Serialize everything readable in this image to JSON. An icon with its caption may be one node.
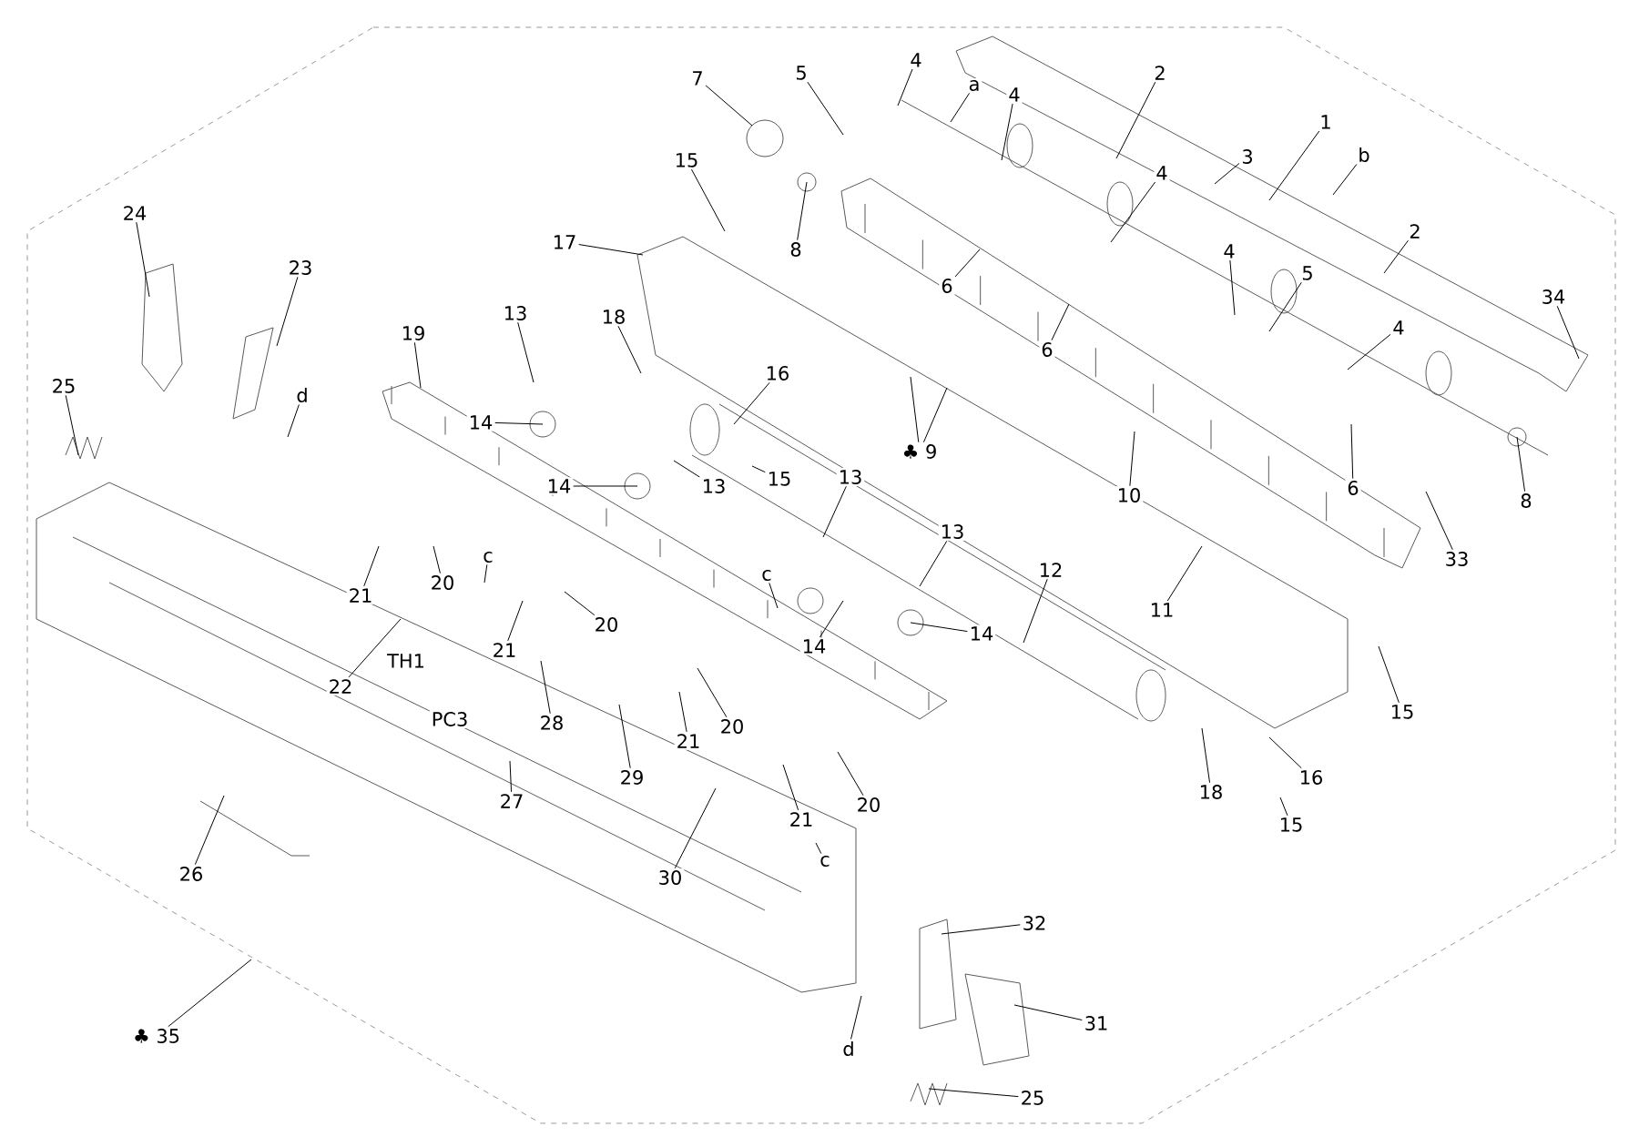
{
  "diagram": {
    "nodes": [
      {
        "text": [
          "7"
        ]
      },
      {
        "text": [
          "5"
        ]
      },
      {
        "text": [
          "4"
        ]
      },
      {
        "text": [
          "a"
        ]
      },
      {
        "text": [
          "4"
        ]
      },
      {
        "text": [
          "2"
        ]
      },
      {
        "text": [
          "1"
        ]
      },
      {
        "text": [
          "3"
        ]
      },
      {
        "text": [
          "b"
        ]
      },
      {
        "text": [
          "15"
        ]
      },
      {
        "text": [
          "4"
        ]
      },
      {
        "text": [
          "24"
        ]
      },
      {
        "text": [
          "2"
        ]
      },
      {
        "text": [
          "17"
        ]
      },
      {
        "text": [
          "8"
        ]
      },
      {
        "text": [
          "4"
        ]
      },
      {
        "text": [
          "23"
        ]
      },
      {
        "text": [
          "5"
        ]
      },
      {
        "text": [
          "6"
        ]
      },
      {
        "text": [
          "34"
        ]
      },
      {
        "text": [
          "13"
        ]
      },
      {
        "text": [
          "18"
        ]
      },
      {
        "text": [
          "4"
        ]
      },
      {
        "text": [
          "19"
        ]
      },
      {
        "text": [
          "6"
        ]
      },
      {
        "text": [
          "16"
        ]
      },
      {
        "text": [
          "25"
        ]
      },
      {
        "text": [
          "d"
        ]
      },
      {
        "text": [
          "14"
        ]
      },
      {
        "text": [
          "♣ 9"
        ]
      },
      {
        "text": [
          "13"
        ]
      },
      {
        "text": [
          "14"
        ]
      },
      {
        "text": [
          "15"
        ]
      },
      {
        "text": [
          "13"
        ]
      },
      {
        "text": [
          "6"
        ]
      },
      {
        "text": [
          "10"
        ]
      },
      {
        "text": [
          "8"
        ]
      },
      {
        "text": [
          "13"
        ]
      },
      {
        "text": [
          "c"
        ]
      },
      {
        "text": [
          "33"
        ]
      },
      {
        "text": [
          "c"
        ]
      },
      {
        "text": [
          "12"
        ]
      },
      {
        "text": [
          "20"
        ]
      },
      {
        "text": [
          "21"
        ]
      },
      {
        "text": [
          "11"
        ]
      },
      {
        "text": [
          "20"
        ]
      },
      {
        "text": [
          "14"
        ]
      },
      {
        "text": [
          "14"
        ]
      },
      {
        "text": [
          "21"
        ]
      },
      {
        "text": [
          "22"
        ]
      },
      {
        "text": [
          "15"
        ]
      },
      {
        "text": [
          "28"
        ]
      },
      {
        "text": [
          "20"
        ]
      },
      {
        "text": [
          "21"
        ]
      },
      {
        "text": [
          "16"
        ]
      },
      {
        "text": [
          "29"
        ]
      },
      {
        "text": [
          "18"
        ]
      },
      {
        "text": [
          "27"
        ]
      },
      {
        "text": [
          "20"
        ]
      },
      {
        "text": [
          "21"
        ]
      },
      {
        "text": [
          "15"
        ]
      },
      {
        "text": [
          "c"
        ]
      },
      {
        "text": [
          "26"
        ]
      },
      {
        "text": [
          "30"
        ]
      },
      {
        "text": [
          "32"
        ]
      },
      {
        "text": [
          "31"
        ]
      },
      {
        "text": [
          "♣ 35"
        ]
      },
      {
        "text": [
          "d"
        ]
      },
      {
        "text": [
          "25"
        ]
      }
    ],
    "edges": [
      {
        "from": 0,
        "to": null,
        "arrow": "none"
      },
      {
        "from": 1,
        "to": null,
        "arrow": "none"
      },
      {
        "from": 2,
        "to": null,
        "arrow": "none"
      },
      {
        "from": 3,
        "to": null,
        "arrow": "none"
      },
      {
        "from": 4,
        "to": null,
        "arrow": "none"
      },
      {
        "from": 5,
        "to": null,
        "arrow": "none"
      },
      {
        "from": 6,
        "to": null,
        "arrow": "none"
      },
      {
        "from": 7,
        "to": null,
        "arrow": "none"
      },
      {
        "from": 8,
        "to": null,
        "arrow": "none"
      },
      {
        "from": 9,
        "to": null,
        "arrow": "none"
      },
      {
        "from": 10,
        "to": null,
        "arrow": "none"
      },
      {
        "from": 11,
        "to": null,
        "arrow": "none"
      },
      {
        "from": 12,
        "to": null,
        "arrow": "none"
      },
      {
        "from": 13,
        "to": null,
        "arrow": "none"
      },
      {
        "from": 14,
        "to": null,
        "arrow": "none"
      },
      {
        "from": 15,
        "to": null,
        "arrow": "none"
      },
      {
        "from": 16,
        "to": null,
        "arrow": "none"
      },
      {
        "from": 17,
        "to": null,
        "arrow": "none"
      },
      {
        "from": 18,
        "to": null,
        "arrow": "none"
      },
      {
        "from": 19,
        "to": null,
        "arrow": "none"
      },
      {
        "from": 20,
        "to": null,
        "arrow": "none"
      },
      {
        "from": 21,
        "to": null,
        "arrow": "none"
      },
      {
        "from": 22,
        "to": null,
        "arrow": "none"
      },
      {
        "from": 23,
        "to": null,
        "arrow": "none"
      },
      {
        "from": 24,
        "to": null,
        "arrow": "none"
      },
      {
        "from": 25,
        "to": null,
        "arrow": "none"
      },
      {
        "from": 26,
        "to": null,
        "arrow": "none"
      },
      {
        "from": 27,
        "to": null,
        "arrow": "none"
      },
      {
        "from": 28,
        "to": null,
        "arrow": "none"
      },
      {
        "from": 29,
        "to": null,
        "arrow": "none"
      },
      {
        "from": 29,
        "to": null,
        "arrow": "none"
      },
      {
        "from": 30,
        "to": null,
        "arrow": "none"
      },
      {
        "from": 31,
        "to": null,
        "arrow": "none"
      },
      {
        "from": 32,
        "to": null,
        "arrow": "none"
      },
      {
        "from": 33,
        "to": null,
        "arrow": "none"
      },
      {
        "from": 34,
        "to": null,
        "arrow": "none"
      },
      {
        "from": 35,
        "to": null,
        "arrow": "none"
      },
      {
        "from": 36,
        "to": null,
        "arrow": "none"
      },
      {
        "from": 37,
        "to": null,
        "arrow": "none"
      },
      {
        "from": 38,
        "to": null,
        "arrow": "none"
      },
      {
        "from": 39,
        "to": null,
        "arrow": "none"
      },
      {
        "from": 40,
        "to": null,
        "arrow": "none"
      },
      {
        "from": 41,
        "to": null,
        "arrow": "none"
      },
      {
        "from": 42,
        "to": null,
        "arrow": "none"
      },
      {
        "from": 43,
        "to": null,
        "arrow": "none"
      },
      {
        "from": 44,
        "to": null,
        "arrow": "none"
      },
      {
        "from": 45,
        "to": null,
        "arrow": "none"
      },
      {
        "from": 46,
        "to": null,
        "arrow": "none"
      },
      {
        "from": 47,
        "to": null,
        "arrow": "none"
      },
      {
        "from": 48,
        "to": null,
        "arrow": "none"
      },
      {
        "from": 49,
        "to": null,
        "arrow": "none"
      },
      {
        "from": 50,
        "to": null,
        "arrow": "none"
      },
      {
        "from": 51,
        "to": null,
        "arrow": "none"
      },
      {
        "from": 52,
        "to": null,
        "arrow": "none"
      },
      {
        "from": 53,
        "to": null,
        "arrow": "none"
      },
      {
        "from": 54,
        "to": null,
        "arrow": "none"
      },
      {
        "from": 55,
        "to": null,
        "arrow": "none"
      },
      {
        "from": 56,
        "to": null,
        "arrow": "none"
      },
      {
        "from": 57,
        "to": null,
        "arrow": "none"
      },
      {
        "from": 58,
        "to": null,
        "arrow": "none"
      },
      {
        "from": 59,
        "to": null,
        "arrow": "none"
      },
      {
        "from": 60,
        "to": null,
        "arrow": "none"
      },
      {
        "from": 61,
        "to": null,
        "arrow": "none"
      },
      {
        "from": 62,
        "to": null,
        "arrow": "none"
      },
      {
        "from": 63,
        "to": null,
        "arrow": "none"
      },
      {
        "from": 64,
        "to": null,
        "arrow": "none"
      },
      {
        "from": 65,
        "to": null,
        "arrow": "none"
      },
      {
        "from": 66,
        "to": null,
        "arrow": "none"
      },
      {
        "from": 67,
        "to": null,
        "arrow": "none"
      },
      {
        "from": 68,
        "to": null,
        "arrow": "none"
      }
    ],
    "labels": [
      "TH1",
      "PC3"
    ]
  }
}
